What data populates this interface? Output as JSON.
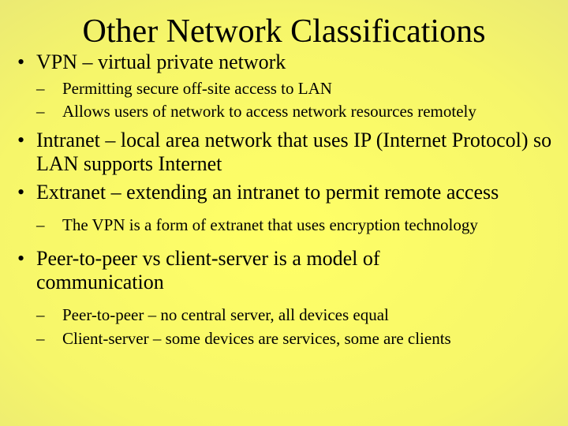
{
  "slide": {
    "title": "Other Network Classifications",
    "bullet_glyph": "•",
    "dash_glyph": "–",
    "points": [
      {
        "text": "VPN – virtual private network"
      },
      {
        "text": "Permitting secure off-site access to LAN"
      },
      {
        "text": "Allows users of network to access network resources remotely"
      },
      {
        "text": "Intranet – local area network that uses IP (Internet Protocol) so LAN supports Internet"
      },
      {
        "text": "Extranet – extending an intranet to permit remote access"
      },
      {
        "text": "The VPN is a form of extranet that uses encryption technology"
      },
      {
        "text": "Peer-to-peer vs client-server is a model of communication"
      },
      {
        "text": "Peer-to-peer – no central server, all devices equal"
      },
      {
        "text": "Client-server – some devices are services, some are clients"
      }
    ]
  }
}
